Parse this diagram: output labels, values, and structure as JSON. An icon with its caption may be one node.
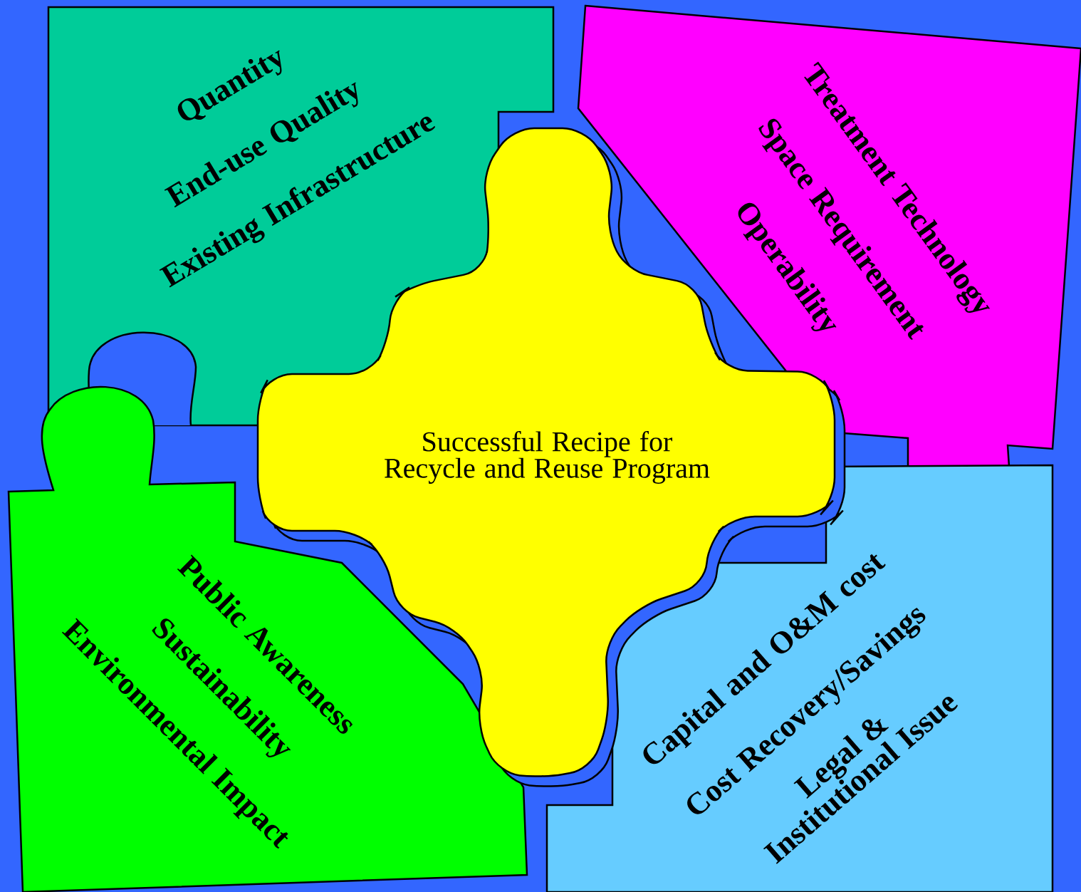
{
  "diagram": {
    "nodes": [
      {
        "text": [
          "Quantity",
          "End-use Quality",
          "Existing Infrastructure"
        ]
      },
      {
        "text": [
          "Treatment Technology",
          "Space Requirement",
          "Operability"
        ]
      },
      {
        "text": [
          "Successful Recipe for Recycle and Reuse Program"
        ]
      },
      {
        "text": [
          "Public Awareness",
          "Sustainability",
          "Environmental Impact"
        ]
      },
      {
        "text": [
          "Capital and O&M cost",
          "Cost Recovery/Savings",
          "Legal & Institutional Issue"
        ]
      }
    ]
  }
}
